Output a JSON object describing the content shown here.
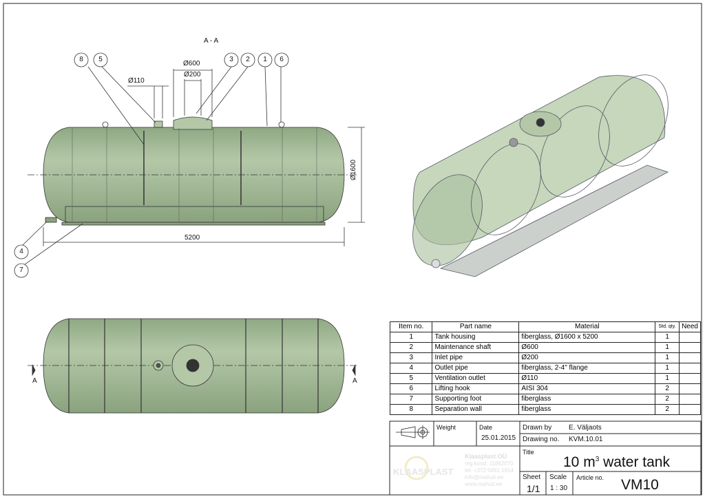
{
  "section_label": "A - A",
  "section_marker": "A",
  "dimensions": {
    "shaft_dia": "Ø600",
    "inlet_dia": "Ø200",
    "vent_dia": "Ø110",
    "tank_dia": "Ø1600",
    "length": "5200"
  },
  "balloons": [
    "8",
    "5",
    "3",
    "2",
    "1",
    "6",
    "4",
    "7"
  ],
  "bom": {
    "headers": [
      "Item no.",
      "Part name",
      "Material",
      "Std. qty.",
      "Need"
    ],
    "rows": [
      {
        "no": "1",
        "name": "Tank housing",
        "material": "fiberglass, Ø1600 x 5200",
        "qty": "1"
      },
      {
        "no": "2",
        "name": "Maintenance shaft",
        "material": "Ø600",
        "qty": "1"
      },
      {
        "no": "3",
        "name": "Inlet pipe",
        "material": "Ø200",
        "qty": "1"
      },
      {
        "no": "4",
        "name": "Outlet pipe",
        "material": "fiberglass, 2-4\" flange",
        "qty": "1"
      },
      {
        "no": "5",
        "name": "Ventilation outlet",
        "material": "Ø110",
        "qty": "1"
      },
      {
        "no": "6",
        "name": "Lifting hook",
        "material": "AISI 304",
        "qty": "2"
      },
      {
        "no": "7",
        "name": "Supporting foot",
        "material": "fiberglass",
        "qty": "2"
      },
      {
        "no": "8",
        "name": "Separation wall",
        "material": "fiberglass",
        "qty": "2"
      }
    ]
  },
  "title_block": {
    "weight_label": "Weight",
    "date_label": "Date",
    "date": "25.01.2015",
    "drawn_by_label": "Drawn by",
    "drawn_by": "E. Väljaots",
    "drawing_no_label": "Drawing no.",
    "drawing_no": "KVM.10.01",
    "title_label": "Title",
    "title_main": "10 m",
    "title_sup": "3",
    "title_rest": " water tank",
    "sheet_label": "Sheet",
    "sheet": "1/1",
    "scale_label": "Scale",
    "scale": "1 : 30",
    "article_label": "Article no.",
    "article": "VM10",
    "company": {
      "logo_text": "KLAASPLAST",
      "name": "Klaasplast OÜ",
      "reg": "reg.kood: 11862070",
      "tel": "tel: +372 5691 1914",
      "email": "info@mahuti.ee",
      "web": "www.mahuti.ee"
    }
  },
  "colors": {
    "tank": "#a9bf9c",
    "tank_dark": "#7f9874",
    "line": "#222222"
  }
}
